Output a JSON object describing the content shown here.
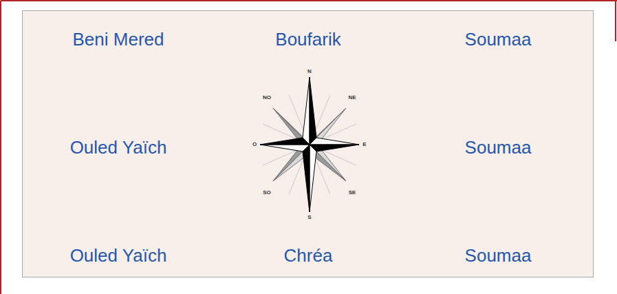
{
  "diagram": {
    "labels": [
      "Beni Mered",
      "Boufarik",
      "Soumaa",
      "N",
      "NO",
      "NE",
      "Ouled Yaïch",
      "O",
      "E",
      "Soumaa",
      "SO",
      "SE",
      "S",
      "Ouled Yaïch",
      "Chréa",
      "Soumaa"
    ]
  }
}
